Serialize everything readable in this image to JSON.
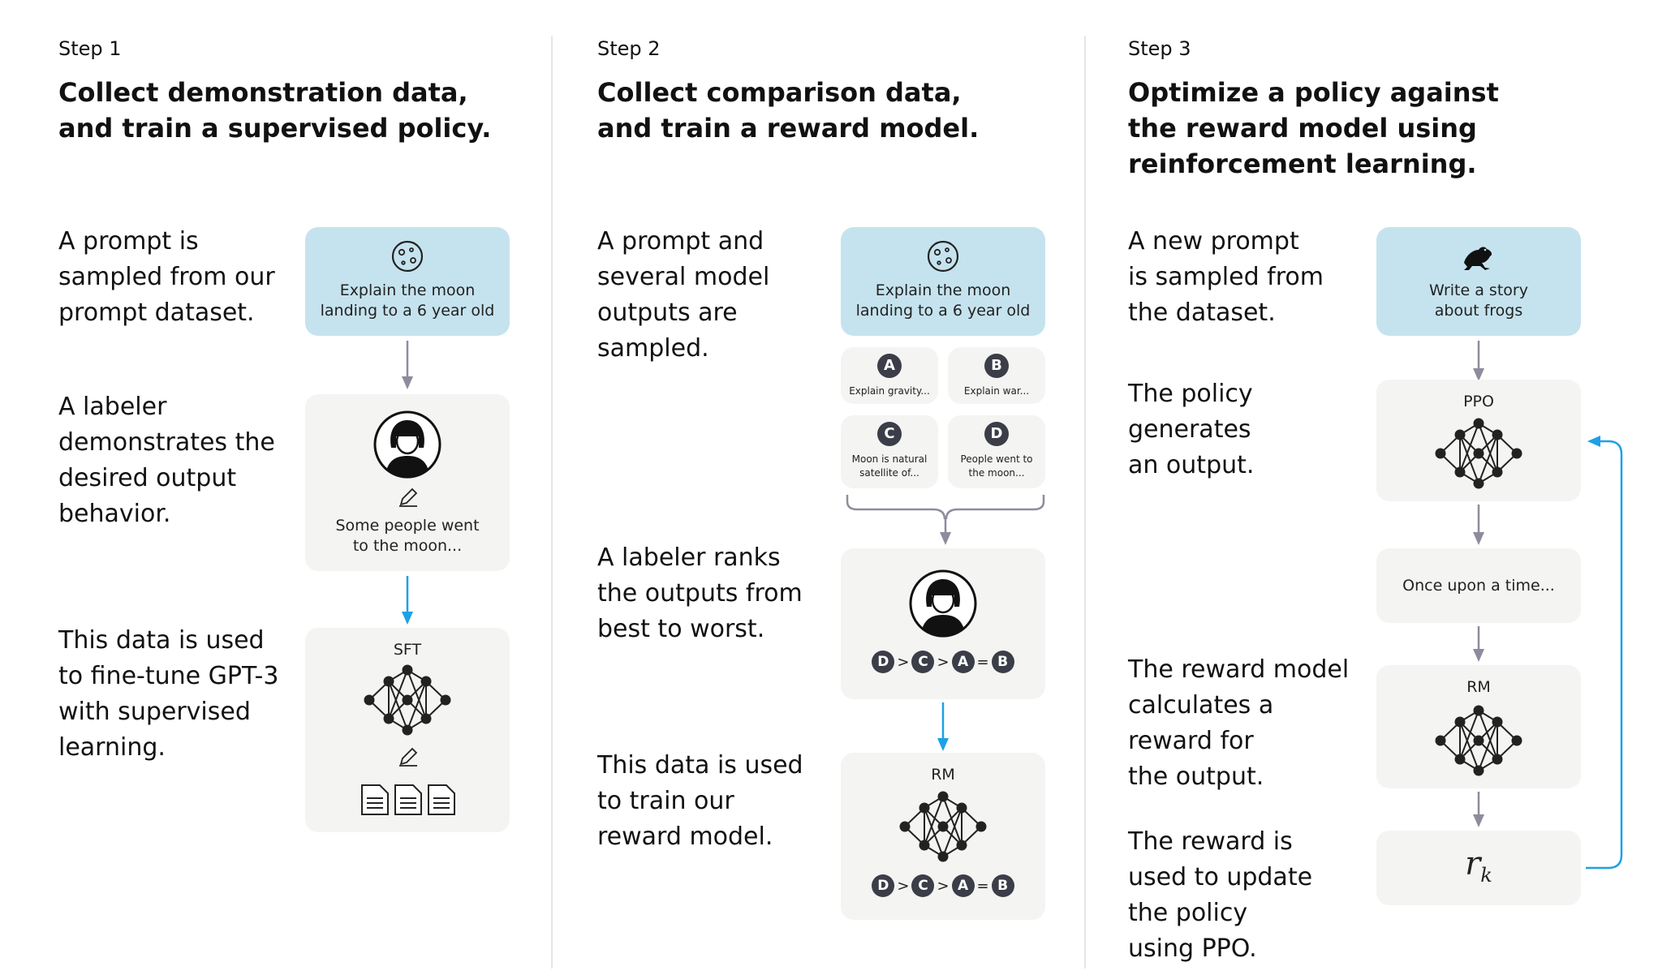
{
  "step1": {
    "label": "Step 1",
    "title": "Collect demonstration data,\nand train a supervised policy.",
    "desc1": "A prompt is\nsampled from our\nprompt dataset.",
    "desc2": "A labeler\ndemonstrates the\ndesired output\nbehavior.",
    "desc3": "This data is used\nto fine-tune GPT-3\nwith supervised\nlearning.",
    "prompt_text": "Explain the moon\nlanding to a 6 year old",
    "demo_text": "Some people went\nto the moon...",
    "model_label": "SFT"
  },
  "step2": {
    "label": "Step 2",
    "title": "Collect comparison data,\nand train a reward model.",
    "desc1": "A prompt and\nseveral model\noutputs are\nsampled.",
    "desc2": "A labeler ranks\nthe outputs from\nbest to worst.",
    "desc3": "This data is used\nto train our\nreward model.",
    "prompt_text": "Explain the moon\nlanding to a 6 year old",
    "outputs": [
      {
        "badge": "A",
        "text": "Explain gravity..."
      },
      {
        "badge": "B",
        "text": "Explain war..."
      },
      {
        "badge": "C",
        "text": "Moon is natural\nsatellite of..."
      },
      {
        "badge": "D",
        "text": "People went to\nthe moon..."
      }
    ],
    "ranking": {
      "r1": "D",
      "op1": ">",
      "r2": "C",
      "op2": ">",
      "r3": "A",
      "op3": "=",
      "r4": "B"
    },
    "model_label": "RM"
  },
  "step3": {
    "label": "Step 3",
    "title": "Optimize a policy against\nthe reward model using\nreinforcement learning.",
    "desc1": "A new prompt\nis sampled from\nthe dataset.",
    "desc2": "The policy\ngenerates\nan output.",
    "desc3": "The reward model\ncalculates a\nreward for\nthe output.",
    "desc4": "The reward is\nused to update\nthe policy\nusing PPO.",
    "prompt_text": "Write a story\nabout frogs",
    "policy_label": "PPO",
    "output_text": "Once upon a time...",
    "rm_label": "RM",
    "reward_symbol": "r",
    "reward_subscript": "k"
  },
  "colors": {
    "prompt_card": "#c5e3ee",
    "card": "#f4f4f2",
    "arrow_gray": "#8e8c9c",
    "arrow_blue": "#1da1e6",
    "badge": "#3b3d48"
  },
  "icons": [
    "moon-icon",
    "labeler-icon",
    "pencil-icon",
    "neural-network-icon",
    "document-icon",
    "frog-icon"
  ]
}
